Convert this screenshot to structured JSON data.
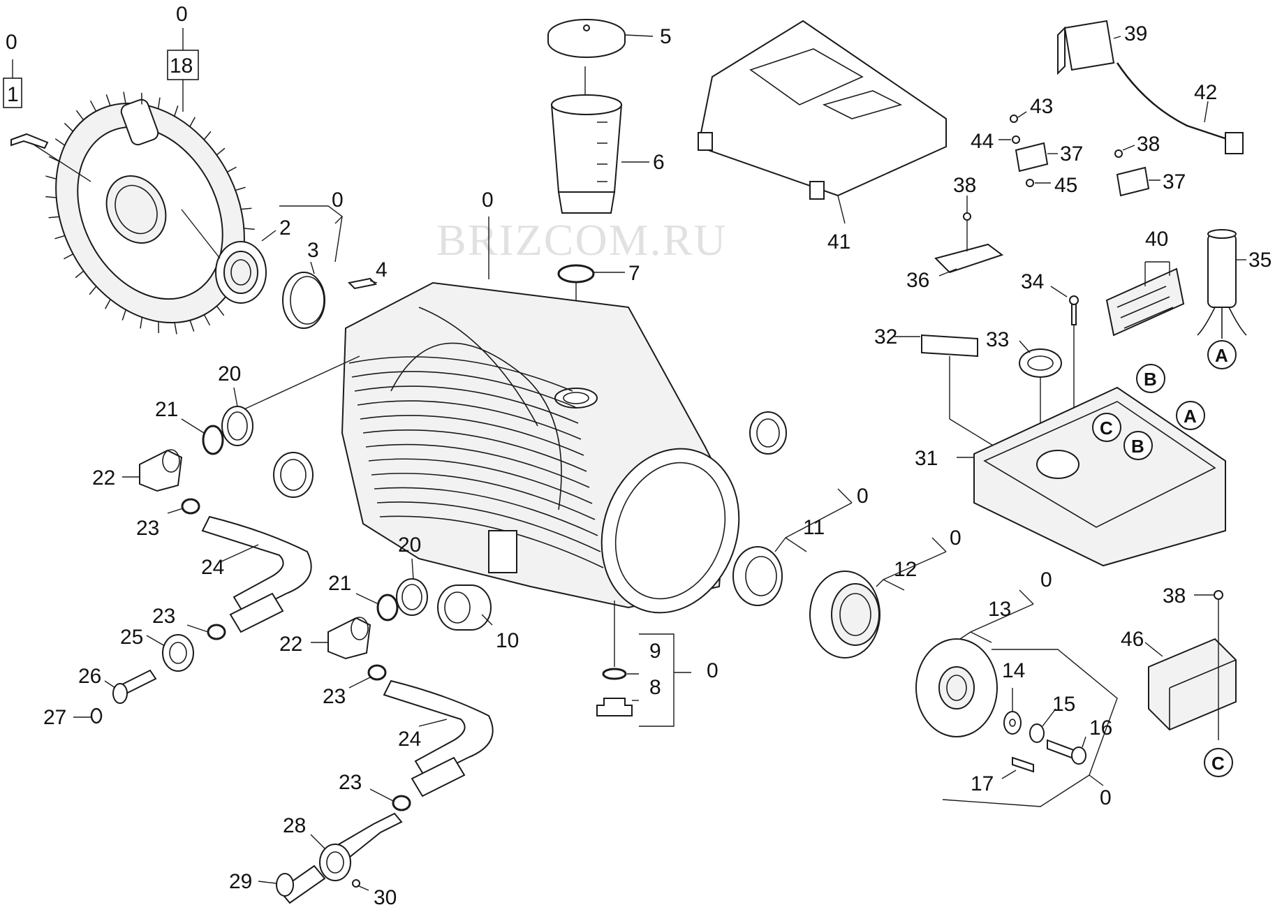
{
  "watermark": "BRIZCOM.RU",
  "labels": {
    "l0a": "0",
    "l1": "1",
    "l0b": "0",
    "l18": "18",
    "l0c": "0",
    "l2": "2",
    "l3": "3",
    "l0d": "0",
    "l4": "4",
    "l5": "5",
    "l6": "6",
    "l7": "7",
    "l41": "41",
    "l39": "39",
    "l42": "42",
    "l43": "43",
    "l44": "44",
    "l37a": "37",
    "l45": "45",
    "l38a": "38",
    "l37b": "37",
    "l38b": "38",
    "l36": "36",
    "l40": "40",
    "l35": "35",
    "l34": "34",
    "l32": "32",
    "l33": "33",
    "l31": "31",
    "l20a": "20",
    "l21a": "21",
    "l22a": "22",
    "l23a": "23",
    "l24a": "24",
    "l23b": "23",
    "l25": "25",
    "l26": "26",
    "l27": "27",
    "l20b": "20",
    "l21b": "21",
    "l22b": "22",
    "l23c": "23",
    "l10": "10",
    "l24b": "24",
    "l23d": "23",
    "l28": "28",
    "l29": "29",
    "l30": "30",
    "l9": "9",
    "l8": "8",
    "l0e": "0",
    "l0f": "0",
    "l11": "11",
    "l0g": "0",
    "l12": "12",
    "l0h": "0",
    "l13": "13",
    "l14": "14",
    "l15": "15",
    "l16": "16",
    "l17": "17",
    "l0i": "0",
    "l38c": "38",
    "l46": "46"
  },
  "connectors": {
    "cA1": "A",
    "cB1": "B",
    "cA2": "A",
    "cB2": "B",
    "cC1": "C",
    "cC2": "C"
  }
}
